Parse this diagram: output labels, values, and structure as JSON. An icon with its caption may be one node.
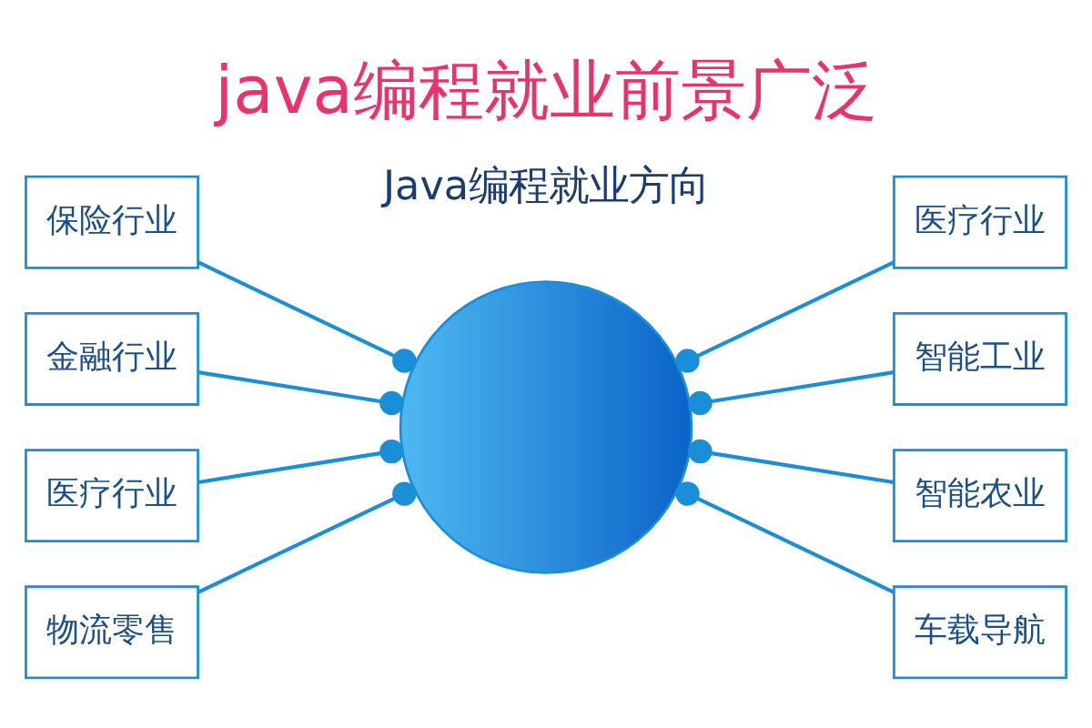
{
  "diagram": {
    "title": "java编程就业前景广泛",
    "nodes": [
      {
        "text": [],
        "shape": "picture"
      },
      {
        "text": [
          "医疗行业"
        ]
      },
      {
        "text": [
          "保险行业"
        ]
      },
      {
        "text": [
          "智能工业"
        ]
      },
      {
        "text": [
          "智能农业"
        ]
      },
      {
        "text": [
          "金融行业"
        ]
      },
      {
        "text": [
          "医疗行业"
        ]
      },
      {
        "text": [
          "物流零售"
        ]
      },
      {
        "text": [
          "车载导航"
        ]
      }
    ],
    "edges": [
      {
        "from": 1,
        "to": 0,
        "arrow": "other"
      },
      {
        "from": 2,
        "to": 0,
        "arrow": "other"
      },
      {
        "from": 3,
        "to": 0,
        "arrow": "other"
      },
      {
        "from": 4,
        "to": 0,
        "arrow": "other"
      },
      {
        "from": 5,
        "to": 0,
        "arrow": "other"
      },
      {
        "from": 6,
        "to": 0,
        "arrow": "other"
      },
      {
        "from": 7,
        "to": 0,
        "arrow": "other"
      },
      {
        "from": 8,
        "to": 0,
        "arrow": "other"
      }
    ],
    "labels": [
      "Java编程就业方向"
    ]
  }
}
